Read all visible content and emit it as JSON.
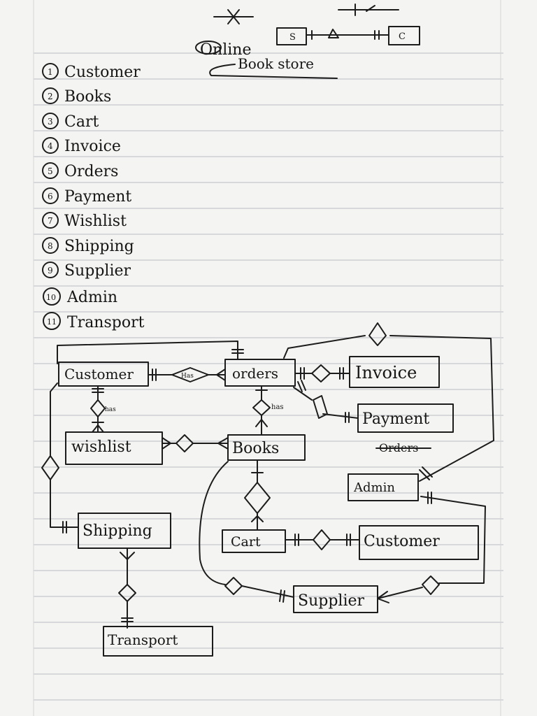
{
  "title": {
    "line1": "Online",
    "line2": "Book store"
  },
  "notation": {
    "left": "S",
    "right": "C"
  },
  "entity_list": [
    {
      "num": "1",
      "name": "Customer"
    },
    {
      "num": "2",
      "name": "Books"
    },
    {
      "num": "3",
      "name": "Cart"
    },
    {
      "num": "4",
      "name": "Invoice"
    },
    {
      "num": "5",
      "name": "Orders"
    },
    {
      "num": "6",
      "name": "Payment"
    },
    {
      "num": "7",
      "name": "Wishlist"
    },
    {
      "num": "8",
      "name": "Shipping"
    },
    {
      "num": "9",
      "name": "Supplier"
    },
    {
      "num": "10",
      "name": "Admin"
    },
    {
      "num": "11",
      "name": "Transport"
    }
  ],
  "entities": {
    "customer1": "Customer",
    "orders": "orders",
    "invoice": "Invoice",
    "payment": "Payment",
    "wishlist": "wishlist",
    "books": "Books",
    "admin": "Admin",
    "shipping": "Shipping",
    "cart": "Cart",
    "customer2": "Customer",
    "supplier": "Supplier",
    "transport": "Transport"
  },
  "relationships": {
    "has1": "Has",
    "has2": "has",
    "has3": "has"
  },
  "annotations": {
    "struck": "Orders"
  }
}
